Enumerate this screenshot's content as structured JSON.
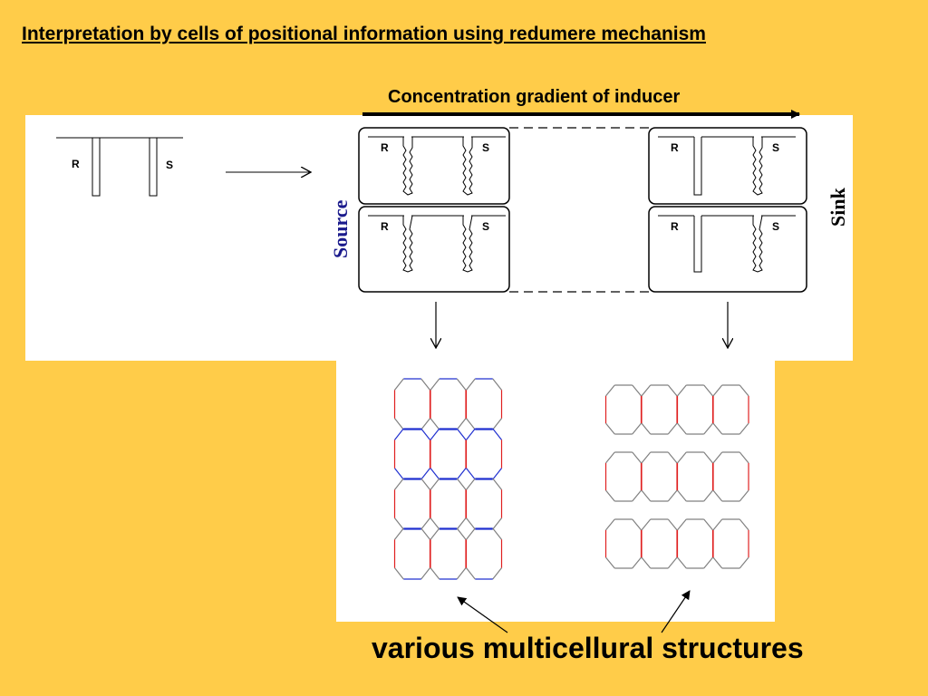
{
  "slide": {
    "title": "Interpretation by cells of positional information using redumere mechanism",
    "gradient_label": "Concentration gradient of inducer",
    "source_label": "Source",
    "sink_label": "Sink",
    "caption": "various multicellural structures"
  },
  "receptor": {
    "r_label": "R",
    "s_label": "S"
  },
  "colors": {
    "background": "#FFCC49",
    "panel": "#FFFFFF",
    "ink": "#000000",
    "source_sink_blue": "#1A1A8C",
    "cell_red": "#E02020",
    "cell_blue": "#2030D0",
    "cell_gray": "#808080"
  }
}
